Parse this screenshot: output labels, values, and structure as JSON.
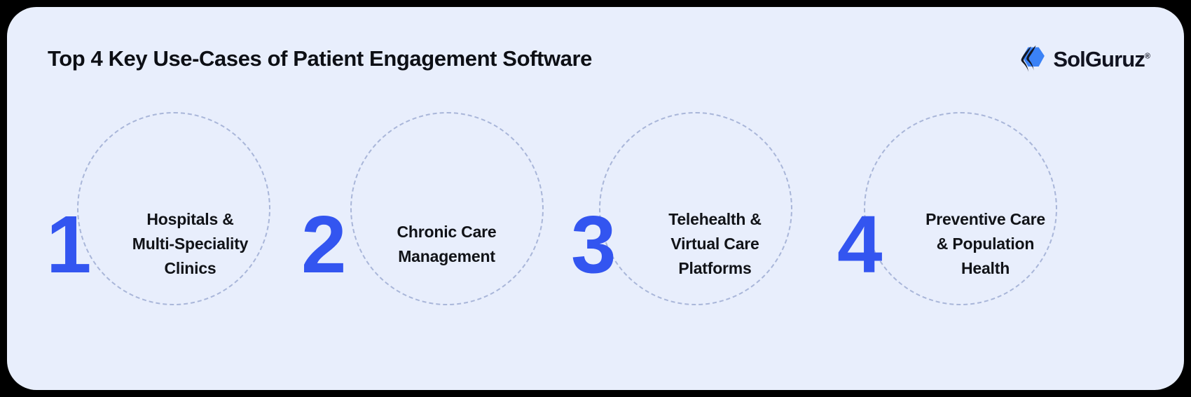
{
  "header": {
    "title": "Top 4 Key Use-Cases of Patient Engagement Software",
    "brand": {
      "name": "SolGuruz",
      "trademark": "®",
      "mark_icon": "solguruz-hexagon-logo-icon",
      "mark_color_primary": "#3b82f6",
      "mark_color_secondary": "#151821"
    }
  },
  "theme": {
    "page_background": "#000000",
    "panel_background": "#e8eefc",
    "accent_blue": "#3355f0",
    "text_dark": "#111318",
    "dashed_circle": "#a9b6d9"
  },
  "items": [
    {
      "number": "1",
      "label": "Hospitals & Multi-Speciality Clinics",
      "lines": [
        "Hospitals &",
        "Multi-Speciality",
        "Clinics"
      ]
    },
    {
      "number": "2",
      "label": "Chronic Care Management",
      "lines": [
        "Chronic Care",
        "Management"
      ]
    },
    {
      "number": "3",
      "label": "Telehealth & Virtual Care Platforms",
      "lines": [
        "Telehealth &",
        "Virtual Care",
        "Platforms"
      ]
    },
    {
      "number": "4",
      "label": "Preventive Care & Population Health",
      "lines": [
        "Preventive Care",
        "& Population",
        "Health"
      ]
    }
  ]
}
